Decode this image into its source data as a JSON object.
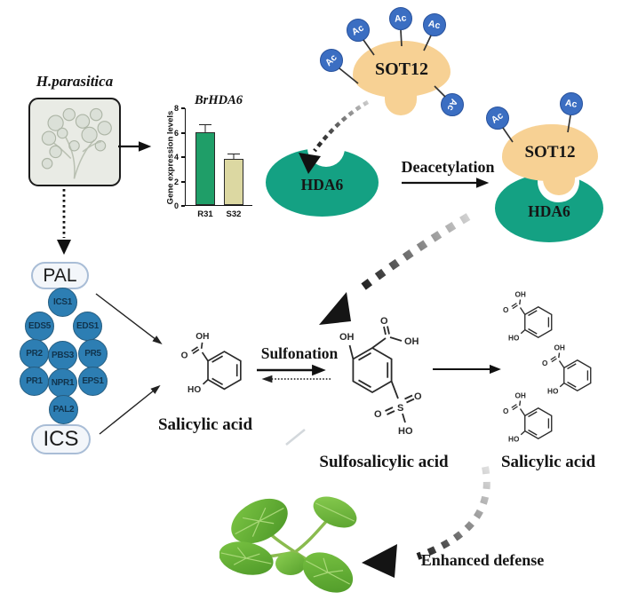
{
  "pathogen": {
    "name": "H.parasitica"
  },
  "chart_data": {
    "type": "bar",
    "title": "BrHDA6",
    "ylabel": "Gene expression levels",
    "categories": [
      "R31",
      "S32"
    ],
    "values": [
      6.0,
      3.8
    ],
    "errors": [
      0.65,
      0.45
    ],
    "bar_colors": [
      "#1f9e68",
      "#dcd8a2"
    ],
    "yticks": [
      0,
      2,
      4,
      6,
      8
    ],
    "ylim": [
      0,
      8
    ],
    "grid": false
  },
  "proteins": {
    "sot12": "SOT12",
    "hda6": "HDA6",
    "acetyl": "Ac"
  },
  "labels": {
    "deacetylation": "Deacetylation",
    "sulfonation": "Sulfonation",
    "salicylic_acid": "Salicylic acid",
    "sulfosalicylic_acid": "Sulfosalicylic acid",
    "salicylic_acid_right": "Salicylic acid",
    "enhanced_defense": "Enhanced defense"
  },
  "pathway": {
    "pal": "PAL",
    "ics": "ICS",
    "genes": [
      "ICS1",
      "EDS5",
      "EDS1",
      "PR2",
      "PBS3",
      "PR5",
      "PR1",
      "NPR1",
      "EPS1",
      "PAL2"
    ]
  },
  "atoms": {
    "oh": "OH",
    "o": "O",
    "ho": "HO",
    "s": "S"
  },
  "colors": {
    "sot12_fill": "#f7d194",
    "hda6_fill": "#14a183",
    "acetyl_fill": "#3b6ec2",
    "gene_node_fill": "#2d7eb3",
    "bar_green": "#1f9e68",
    "bar_khaki": "#dcd8a2"
  }
}
